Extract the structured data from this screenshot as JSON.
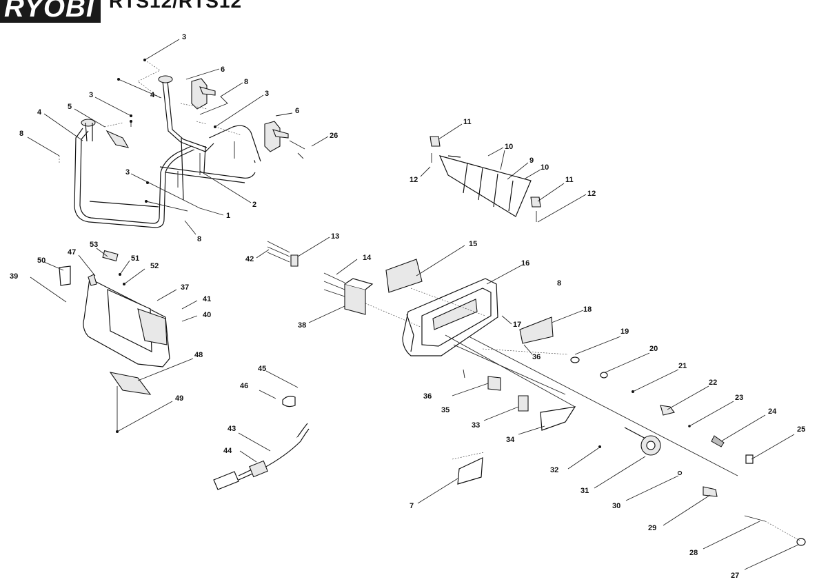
{
  "header": {
    "brand": "RYOBI",
    "model": "RTS12/RTS12"
  },
  "callouts": [
    "3",
    "6",
    "8",
    "4",
    "3",
    "3",
    "5",
    "4",
    "6",
    "8",
    "26",
    "3",
    "2",
    "1",
    "8",
    "11",
    "10",
    "10",
    "9",
    "12",
    "11",
    "12",
    "53",
    "47",
    "51",
    "50",
    "52",
    "39",
    "37",
    "41",
    "40",
    "48",
    "49",
    "13",
    "42",
    "14",
    "38",
    "15",
    "16",
    "8",
    "17",
    "18",
    "36",
    "19",
    "20",
    "21",
    "22",
    "23",
    "24",
    "25",
    "45",
    "46",
    "43",
    "44",
    "36",
    "35",
    "33",
    "34",
    "7",
    "32",
    "31",
    "30",
    "29",
    "28",
    "27"
  ],
  "colors": {
    "line": "#111111",
    "logo_bg": "#1a1a1a"
  }
}
